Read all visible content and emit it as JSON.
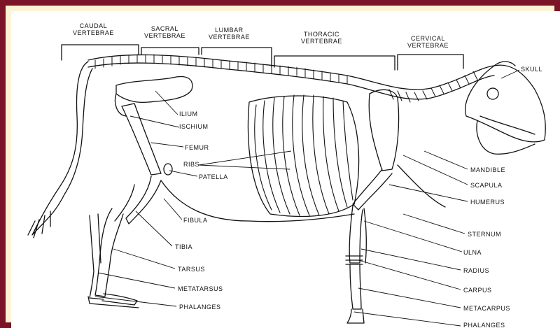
{
  "diagram": {
    "groups": [
      {
        "id": "caudal",
        "text": "CAUDAL\nVERTEBRAE"
      },
      {
        "id": "sacral",
        "text": "SACRAL\nVERTEBRAE"
      },
      {
        "id": "lumbar",
        "text": "LUMBAR\nVERTEBRAE"
      },
      {
        "id": "thoracic",
        "text": "THORACIC\nVERTEBRAE"
      },
      {
        "id": "cervical",
        "text": "CERVICAL\nVERTEBRAE"
      }
    ],
    "labels": {
      "skull": "SKULL",
      "ilium": "ILIUM",
      "ischium": "ISCHIUM",
      "femur": "FEMUR",
      "ribs": "RIBS",
      "patella": "PATELLA",
      "mandible": "MANDIBLE",
      "scapula": "SCAPULA",
      "humerus": "HUMERUS",
      "fibula": "FIBULA",
      "sternum": "STERNUM",
      "tibia": "TIBIA",
      "ulna": "ULNA",
      "tarsus": "TARSUS",
      "radius": "RADIUS",
      "metatarsus": "METATARSUS",
      "carpus": "CARPUS",
      "phalanges_hind": "PHALANGES",
      "metacarpus": "METACARPUS",
      "phalanges_fore": "PHALANGES"
    }
  }
}
